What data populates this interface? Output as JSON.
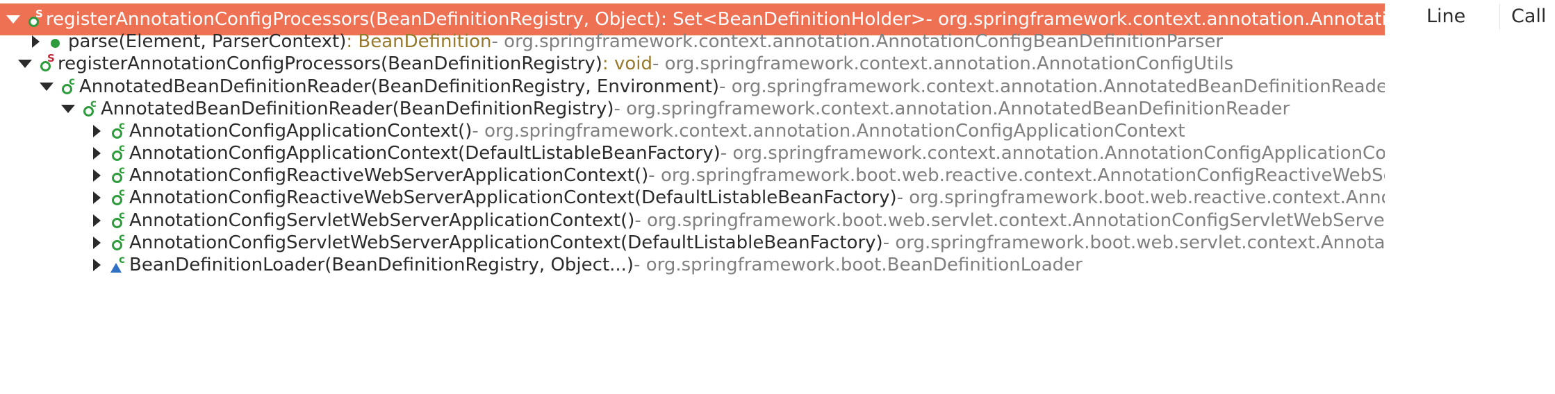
{
  "tree": {
    "rows": [
      {
        "name": "registerAnnotationConfigProcessors(BeanDefinitionRegistry, Object)",
        "type": " : Set<BeanDefinitionHolder>",
        "meta": " - org.springframework.context.annotation.AnnotationConfigUtils",
        "icon": "static-method-icon",
        "toggle": "expanded",
        "selected": true
      },
      {
        "name": "parse(Element, ParserContext)",
        "type": " : BeanDefinition",
        "meta": " - org.springframework.context.annotation.AnnotationConfigBeanDefinitionParser",
        "icon": "public-method-icon",
        "toggle": "collapsed"
      },
      {
        "name": "registerAnnotationConfigProcessors(BeanDefinitionRegistry)",
        "type": " : void",
        "meta": " - org.springframework.context.annotation.AnnotationConfigUtils",
        "icon": "static-method-icon",
        "toggle": "expanded"
      },
      {
        "name": "AnnotatedBeanDefinitionReader(BeanDefinitionRegistry, Environment)",
        "type": "",
        "meta": " - org.springframework.context.annotation.AnnotatedBeanDefinitionReader",
        "icon": "constructor-icon",
        "toggle": "expanded"
      },
      {
        "name": "AnnotatedBeanDefinitionReader(BeanDefinitionRegistry)",
        "type": "",
        "meta": " - org.springframework.context.annotation.AnnotatedBeanDefinitionReader",
        "icon": "constructor-icon",
        "toggle": "expanded"
      },
      {
        "name": "AnnotationConfigApplicationContext()",
        "type": "",
        "meta": " - org.springframework.context.annotation.AnnotationConfigApplicationContext",
        "icon": "constructor-icon",
        "toggle": "collapsed"
      },
      {
        "name": "AnnotationConfigApplicationContext(DefaultListableBeanFactory)",
        "type": "",
        "meta": " - org.springframework.context.annotation.AnnotationConfigApplicationContext",
        "icon": "constructor-icon",
        "toggle": "collapsed"
      },
      {
        "name": "AnnotationConfigReactiveWebServerApplicationContext()",
        "type": "",
        "meta": " - org.springframework.boot.web.reactive.context.AnnotationConfigReactiveWebServerApplicationContext",
        "icon": "constructor-icon",
        "toggle": "collapsed"
      },
      {
        "name": "AnnotationConfigReactiveWebServerApplicationContext(DefaultListableBeanFactory)",
        "type": "",
        "meta": " - org.springframework.boot.web.reactive.context.AnnotationConfigReactiveWebServerApplicationContext",
        "icon": "constructor-icon",
        "toggle": "collapsed"
      },
      {
        "name": "AnnotationConfigServletWebServerApplicationContext()",
        "type": "",
        "meta": " - org.springframework.boot.web.servlet.context.AnnotationConfigServletWebServerApplicationContext",
        "icon": "constructor-icon",
        "toggle": "collapsed"
      },
      {
        "name": "AnnotationConfigServletWebServerApplicationContext(DefaultListableBeanFactory)",
        "type": "",
        "meta": " - org.springframework.boot.web.servlet.context.AnnotationConfigServletWebServerApplicationContext",
        "icon": "constructor-icon",
        "toggle": "collapsed"
      },
      {
        "name": "BeanDefinitionLoader(BeanDefinitionRegistry, Object...)",
        "type": "",
        "meta": " - org.springframework.boot.BeanDefinitionLoader",
        "icon": "package-constructor-icon",
        "toggle": "collapsed"
      }
    ]
  },
  "columns": {
    "line": "Line",
    "call": "Call"
  },
  "colors": {
    "selection": "#ef7154",
    "meta": "#808080",
    "return_type": "#96792a",
    "method_green": "#2e9b3c",
    "static_red": "#c0283a",
    "package_blue": "#2f6fc4"
  }
}
